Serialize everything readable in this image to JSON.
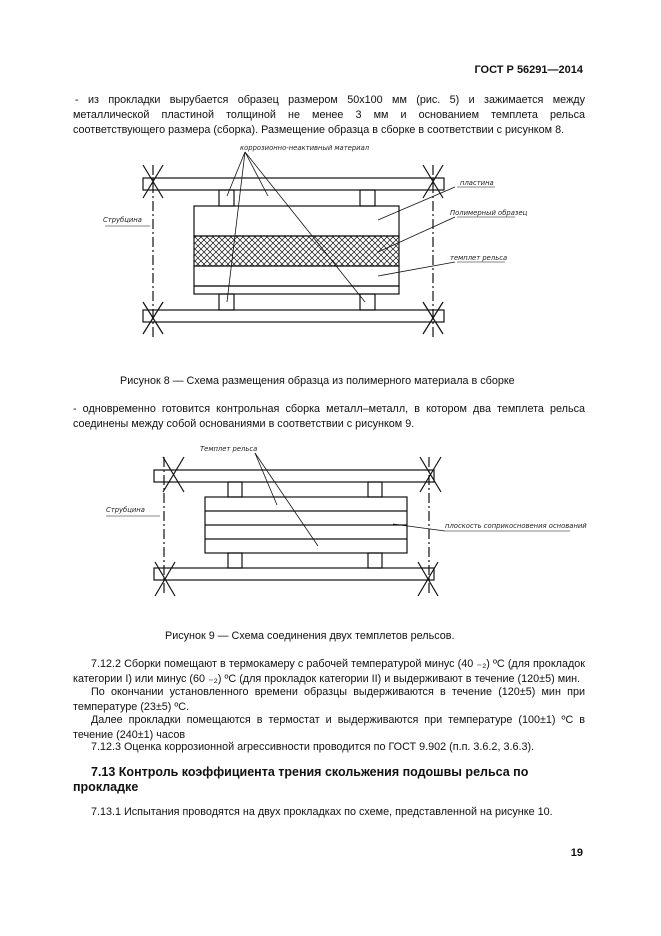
{
  "header": {
    "standard": "ГОСТ Р 56291—2014"
  },
  "para1": "- из прокладки вырубается образец размером 50х100 мм (рис. 5) и зажимается между металлической пластиной толщиной не менее 3 мм и основанием темплета рельса соответствующего размера (сборка). Размещение образца в сборке в соответствии с рисунком 8.",
  "fig8": {
    "caption": "Рисунок 8 — Схема размещения образца из полимерного материала в сборке",
    "labels": {
      "material": "коррозионно-неактивный материал",
      "plate": "пластина",
      "sample": "Полимерный образец",
      "rail": "темплет рельса",
      "clamp": "Струбцина"
    }
  },
  "para2": "- одновременно готовится контрольная сборка металл–металл, в котором два темплета рельса соединены между собой основаниями в соответствии с рисунком 9.",
  "fig9": {
    "caption": "Рисунок 9 — Схема соединения двух темплетов рельсов.",
    "labels": {
      "rail": "Темплет рельса",
      "clamp": "Струбцина",
      "plane": "плоскость соприкосновения оснований"
    }
  },
  "p7122a": "7.12.2 Сборки помещают в термокамеру с рабочей температурой минус (40 ₋₂) ºС (для прокладок категории I) или минус (60 ₋₂) ºС (для прокладок категории II) и выдерживают в течение (120±5) мин.",
  "p7122b": "По окончании установленного времени образцы выдерживаются в течение (120±5) мин при температуре (23±5) ºС.",
  "p7122c": "Далее прокладки помещаются в термостат и выдерживаются при температуре (100±1) ºС в течение (240±1) часов",
  "p7123": "7.12.3 Оценка коррозионной агрессивности проводится по ГОСТ 9.902 (п.п. 3.6.2, 3.6.3).",
  "sec713": "7.13 Контроль коэффициента трения скольжения подошвы рельса по прокладке",
  "p7131": "7.13.1 Испытания проводятся на двух прокладках по схеме, представленной на рисунке 10.",
  "page_number": "19"
}
